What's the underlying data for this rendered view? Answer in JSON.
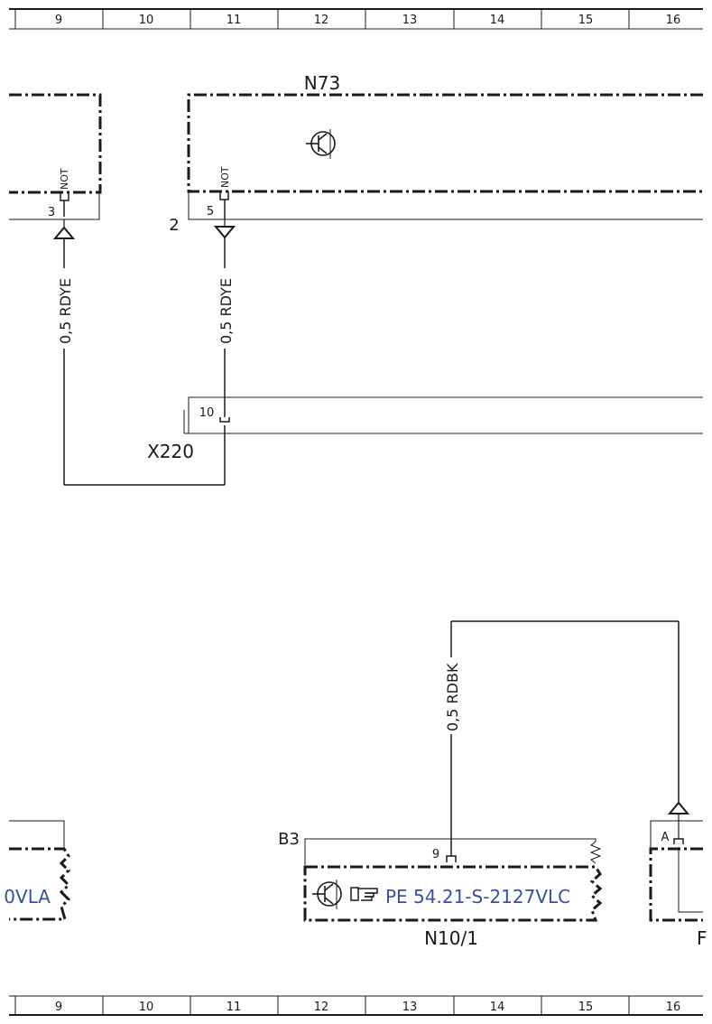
{
  "ruler": {
    "columns": [
      "9",
      "10",
      "11",
      "12",
      "13",
      "14",
      "15",
      "16"
    ]
  },
  "components": {
    "n73": {
      "label": "N73"
    },
    "x220": {
      "label": "X220",
      "pin": "10"
    },
    "b3": {
      "label": "B3"
    },
    "n10_1": {
      "label": "N10/1",
      "reference": "PE 54.21-S-2127VLC",
      "pin": "9"
    },
    "left_module": {
      "reference_partial": "0VLA"
    },
    "right_partial": {
      "label": "F",
      "pin": "A"
    }
  },
  "pins": {
    "left_pin": "3",
    "n73_pin": "5",
    "marker_2": "2",
    "not_left": "NOT",
    "not_right": "NOT"
  },
  "wires": {
    "w1": "0,5 RDYE",
    "w2": "0,5 RDYE",
    "w3": "0,5 RDBK"
  },
  "colors": {
    "line": "#1a1a1a",
    "reference_link": "#3b4fa0"
  }
}
